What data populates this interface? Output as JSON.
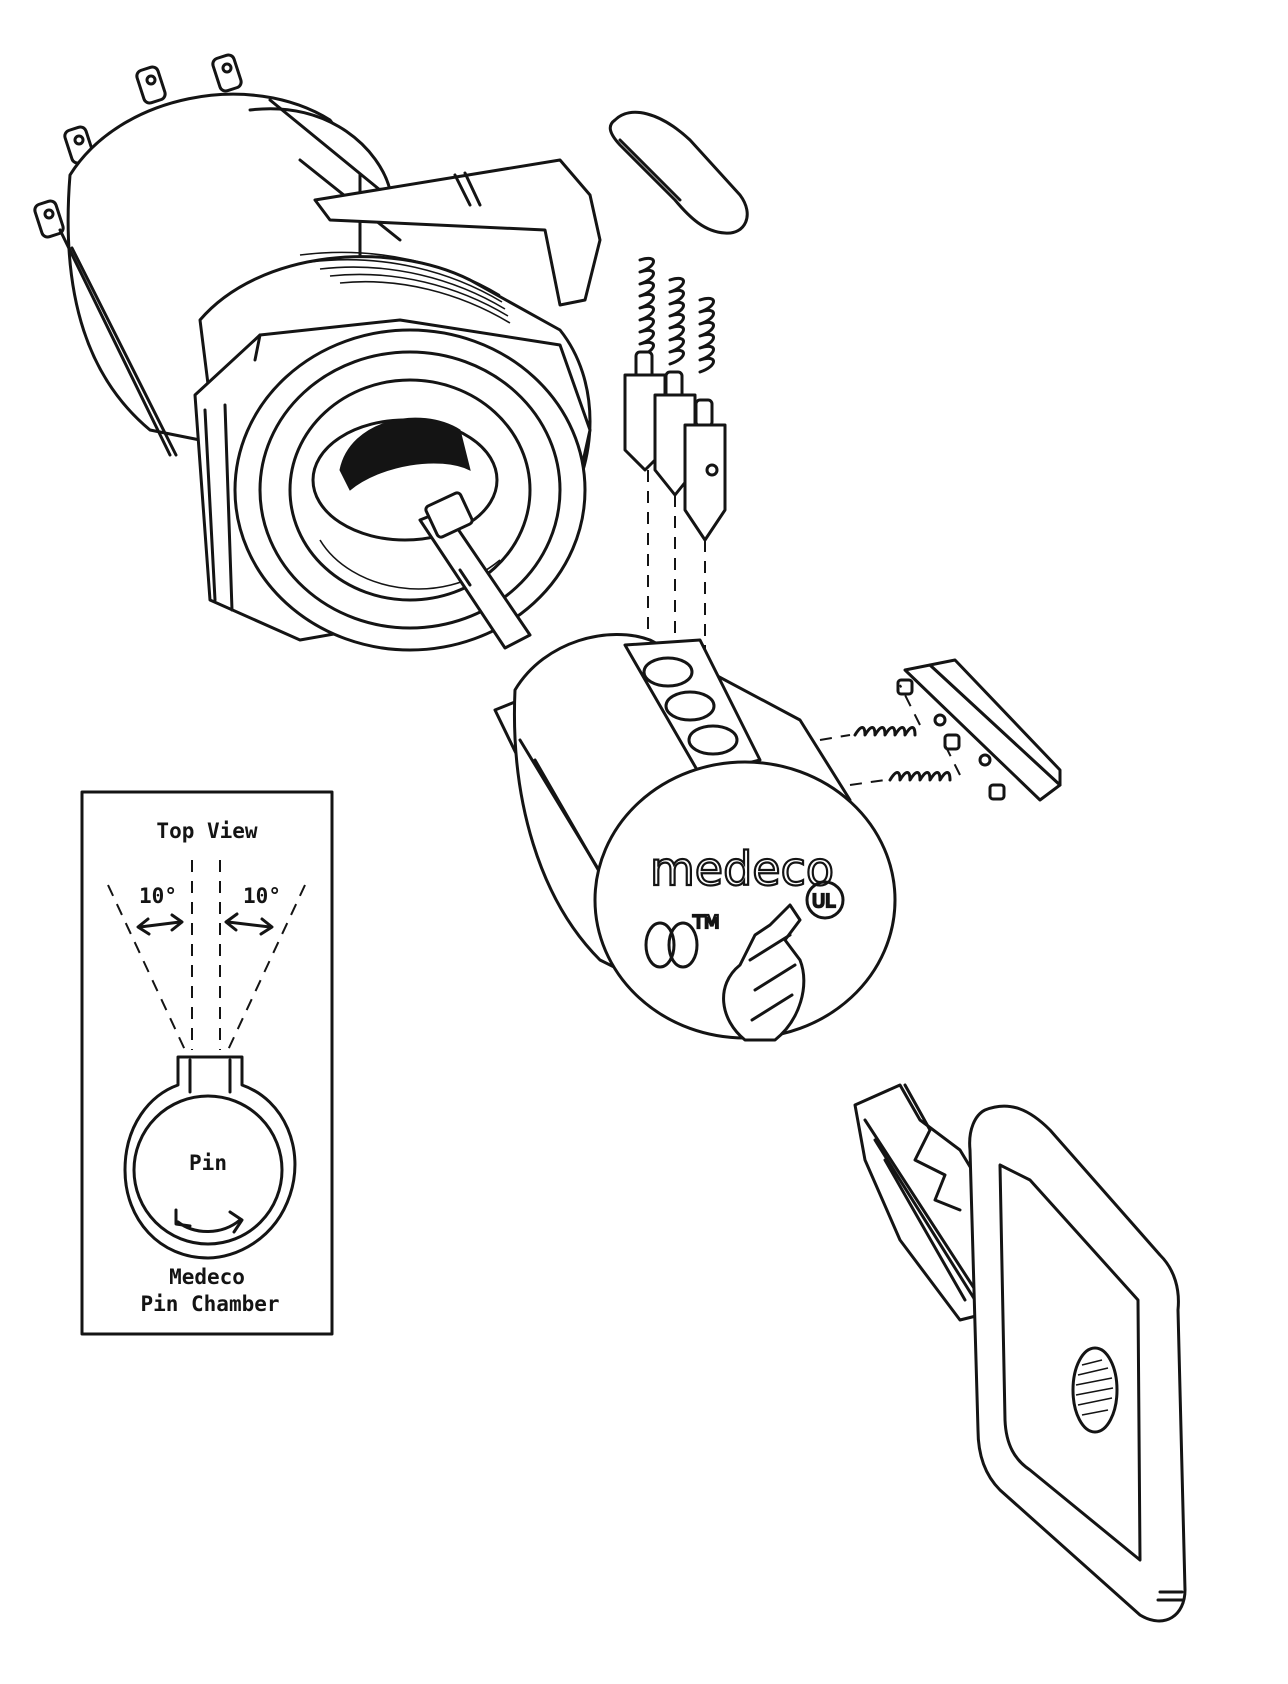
{
  "inset": {
    "heading": "Top View",
    "angle_left": "10°",
    "angle_right": "10°",
    "pin_label": "Pin",
    "caption_line1": "Medeco",
    "caption_line2": "Pin Chamber"
  },
  "cylinder_face": {
    "brand": "medeco",
    "trademark": "TM",
    "certification": "UL"
  },
  "colors": {
    "ink": "#141414",
    "paper": "#ffffff"
  }
}
